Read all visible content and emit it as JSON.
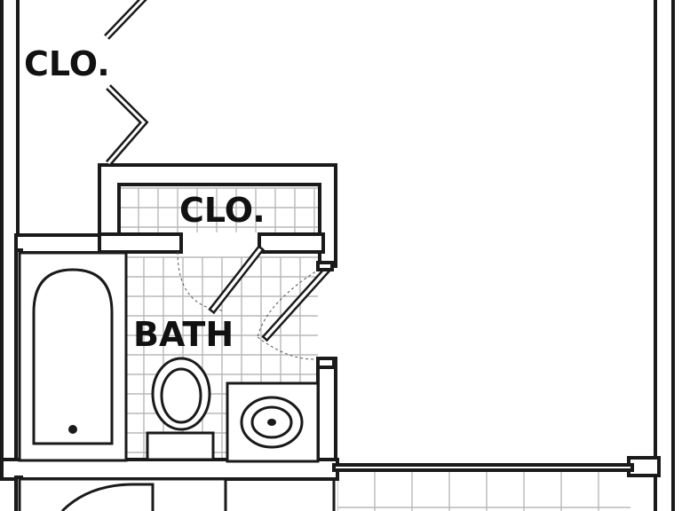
{
  "labels": {
    "closet_upper": "CLO.",
    "closet_bath": "CLO.",
    "bath": "BATH"
  },
  "colors": {
    "wall": "#1a1a1a",
    "tile_grid": "#b8b8b8",
    "background": "#ffffff"
  },
  "icons": {
    "bathtub": "bathtub-icon",
    "toilet": "toilet-icon",
    "sink": "sink-icon",
    "drain": "drain-icon"
  }
}
